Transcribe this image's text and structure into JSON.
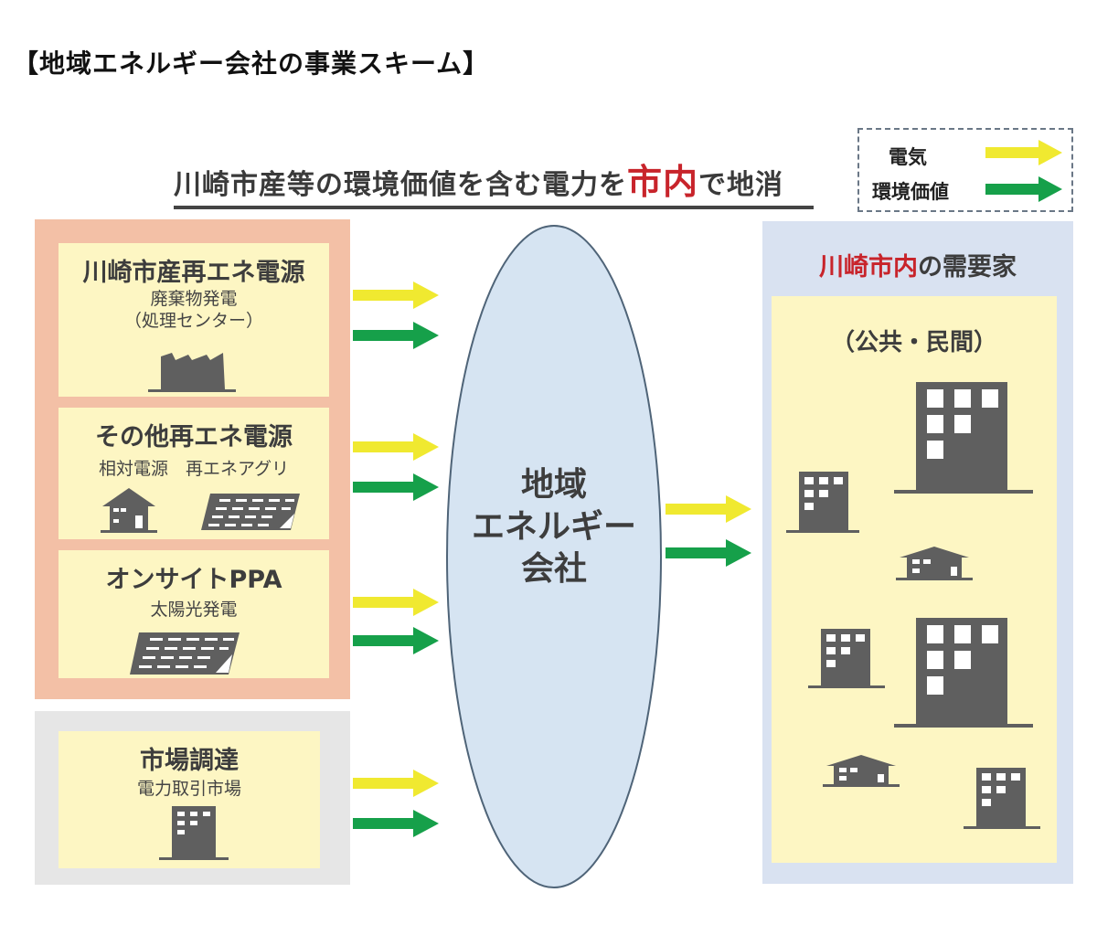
{
  "page_title": "【地域エネルギー会社の事業スキーム】",
  "subtitle": {
    "before": "川崎市産等の環境価値を含む電力を",
    "highlight": "市内",
    "after": "で地消"
  },
  "legend": {
    "items": [
      {
        "label": "電気",
        "color": "#f0e930"
      },
      {
        "label": "環境価値",
        "color": "#16a04a"
      }
    ]
  },
  "sources": {
    "renewable_group": [
      {
        "title": "川崎市産再エネ電源",
        "lines": [
          "廃棄物発電",
          "（処理センター）"
        ],
        "icon": "factory-icon"
      },
      {
        "title": "その他再エネ電源",
        "lines": [
          "相対電源　再エネアグリ"
        ],
        "icon": "house-and-solar-icon"
      },
      {
        "title": "オンサイトPPA",
        "lines": [
          "太陽光発電"
        ],
        "icon": "solar-panel-icon"
      }
    ],
    "market_group": [
      {
        "title": "市場調達",
        "lines": [
          "電力取引市場"
        ],
        "icon": "building-icon"
      }
    ]
  },
  "hub": {
    "lines": [
      "地域",
      "エネルギー",
      "会社"
    ]
  },
  "consumers": {
    "title_highlight": "川崎市内",
    "title_rest": "の需要家",
    "category": "（公共・民間）"
  },
  "colors": {
    "electricity": "#f0e930",
    "environmental_value": "#16a04a",
    "accent_red": "#c8242b",
    "source_bg": "#f3c0a6",
    "market_bg": "#e6e6e6",
    "card_bg": "#fdf6c3",
    "hub_fill": "#d6e4f2",
    "consumer_bg": "#d9e2f1",
    "icon_gray": "#5f5f5f"
  }
}
